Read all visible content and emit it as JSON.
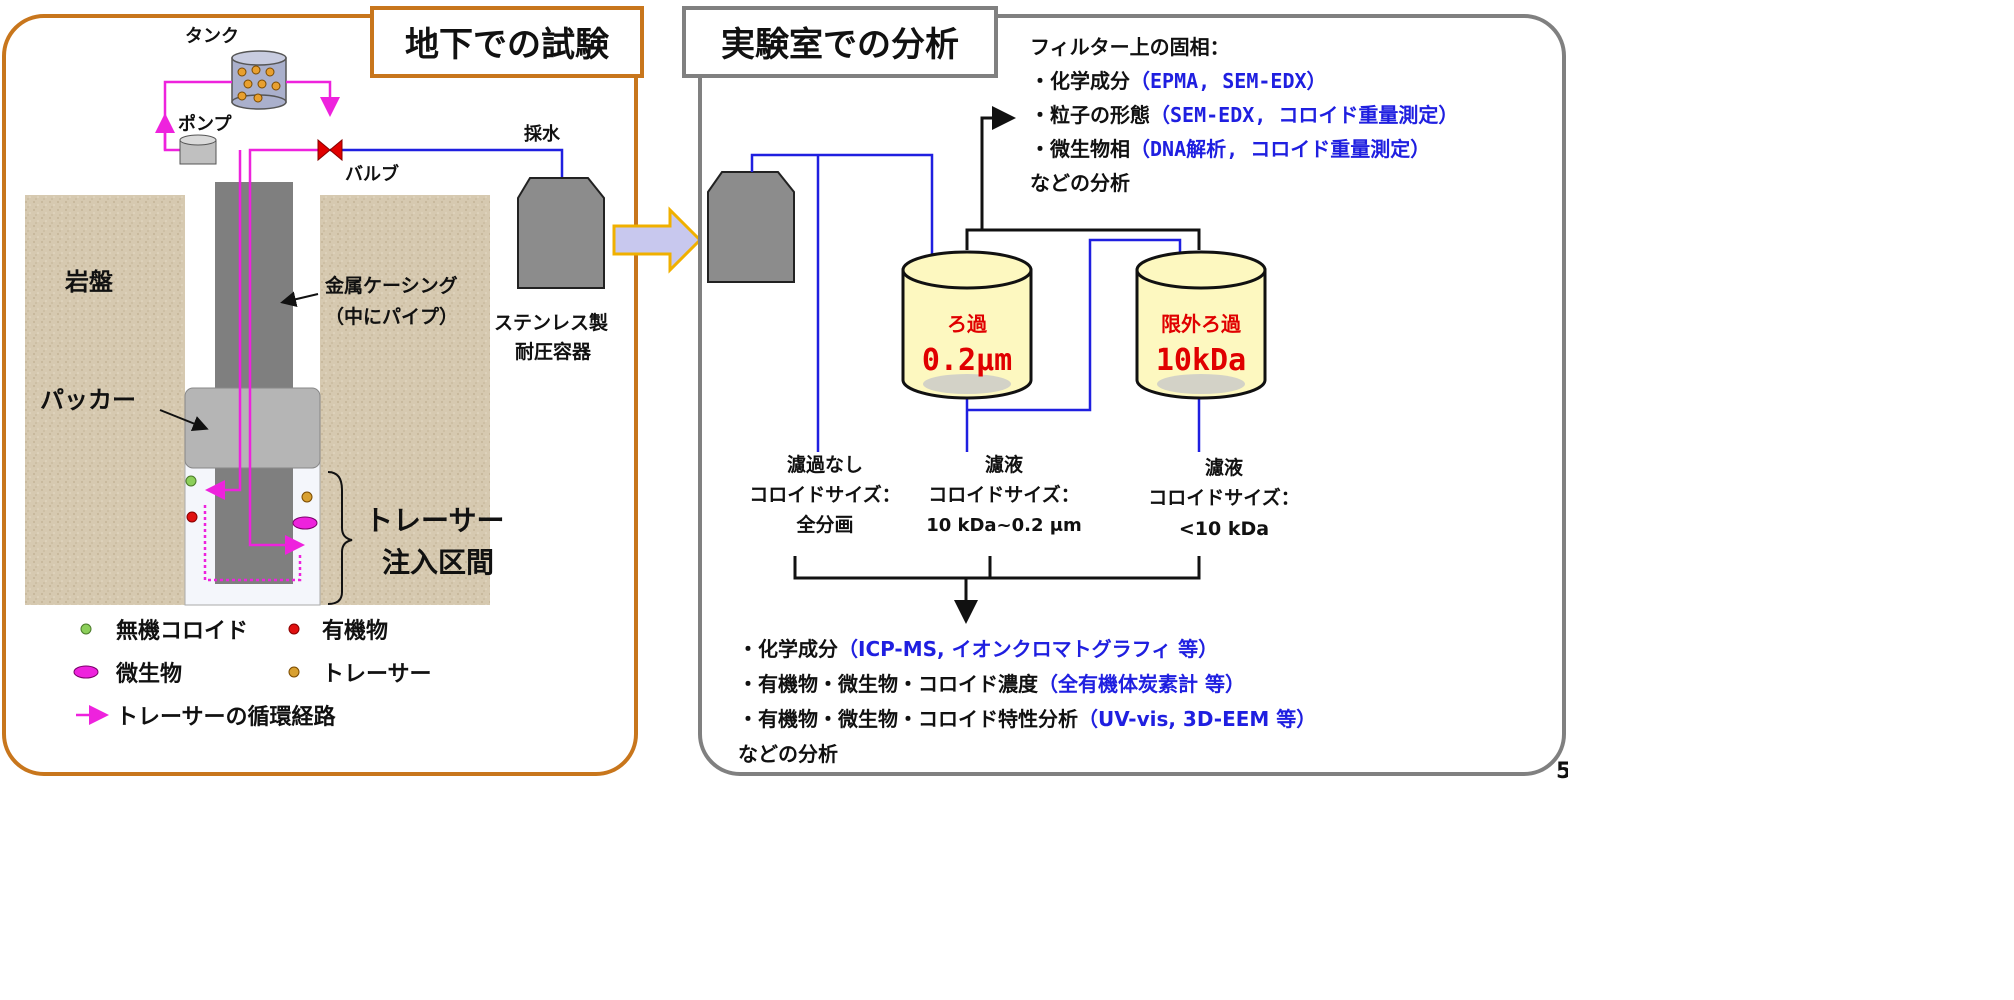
{
  "left_panel": {
    "title": "地下での試験",
    "rock_label": "岩盤",
    "tank_label": "タンク",
    "pump_label": "ポンプ",
    "valve_label": "バルブ",
    "sampling_label": "採水",
    "casing_label_1": "金属ケーシング",
    "casing_label_2": "（中にパイプ）",
    "vessel_label_1": "ステンレス製",
    "vessel_label_2": "耐圧容器",
    "packer_label": "パッカー",
    "section_label_1": "トレーサー",
    "section_label_2": "注入区間",
    "legend": {
      "inorganic_colloid": "無機コロイド",
      "organic": "有機物",
      "microbe": "微生物",
      "tracer": "トレーサー",
      "tracer_path": "トレーサーの循環経路"
    }
  },
  "right_panel": {
    "title": "実験室での分析",
    "solid_header": "フィルター上の固相：",
    "solid_items": [
      {
        "prefix": "・化学成分",
        "methods": "（EPMA, SEM-EDX）"
      },
      {
        "prefix": "・粒子の形態",
        "methods": "（SEM-EDX, コロイド重量測定）"
      },
      {
        "prefix": "・微生物相",
        "methods": "（DNA解析, コロイド重量測定）"
      }
    ],
    "solid_footer": "などの分析",
    "filter1_name": "ろ過",
    "filter1_size": "0.2μm",
    "filter2_name": "限外ろ過",
    "filter2_size": "10kDa",
    "col1": [
      "濾過なし",
      "コロイドサイズ：",
      "全分画"
    ],
    "col2": [
      "濾液",
      "コロイドサイズ：",
      "10 kDa~0.2 μm"
    ],
    "col3": [
      "濾液",
      "コロイドサイズ：",
      "<10 kDa"
    ],
    "liquid_items": [
      {
        "prefix": "・化学成分",
        "methods": "（ICP-MS, イオンクロマトグラフィ 等）"
      },
      {
        "prefix": "・有機物・微生物・コロイド濃度",
        "methods": "（全有機体炭素計 等）"
      },
      {
        "prefix": "・有機物・微生物・コロイド特性分析",
        "methods": "（UV-vis, 3D-EEM 等）"
      }
    ],
    "liquid_footer": "などの分析"
  },
  "page_number": "5",
  "colors": {
    "left_frame": "#c8761c",
    "right_frame": "#808080",
    "rock": "#d7cbb3",
    "pipe_blue": "#1f1fe0",
    "tracer_path": "#ee22dd",
    "method_blue": "#1f1fe0",
    "filter_red": "#e00000",
    "cylinder_fill": "#fdf8c0",
    "arrow_fill": "#c8c8ee",
    "arrow_stroke": "#f0b000"
  }
}
